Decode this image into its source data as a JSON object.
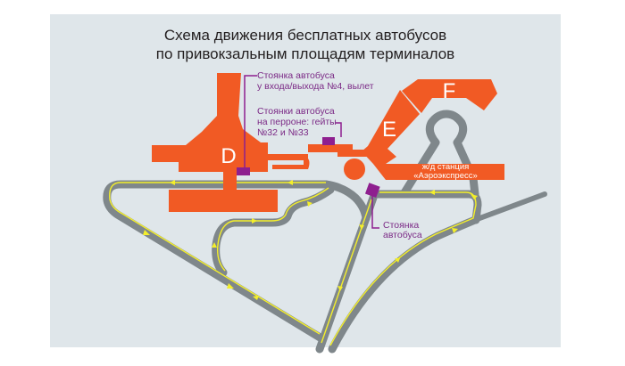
{
  "title": {
    "line1": "Схема движения бесплатных автобусов",
    "line2": "по привокзальным площадям терминалов"
  },
  "terminals": {
    "d": "D",
    "e": "E",
    "f": "F"
  },
  "labels": {
    "stop_entrance": [
      "Стоянка автобуса",
      "у входа/выхода №4, вылет"
    ],
    "stop_apron": [
      "Стоянки автобуса",
      "на перроне: гейты",
      "№32 и №33"
    ],
    "stop_bus": [
      "Стоянка",
      "автобуса"
    ],
    "station": [
      "ж/д станция",
      "«Аэроэкспресс»"
    ]
  },
  "colors": {
    "background": "#dfe6ea",
    "terminal": "#f15a24",
    "bus_stop": "#8e1f8f",
    "road": "#7f878b",
    "route": "#f4ef2a"
  }
}
